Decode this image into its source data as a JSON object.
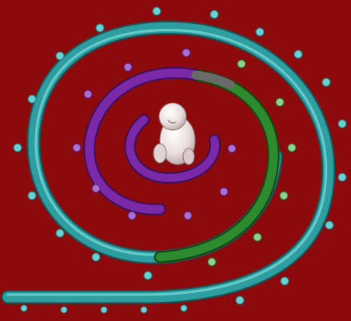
{
  "image": {
    "background_color": "#8c0a0c",
    "elements": [
      {
        "name": "outer-spiral",
        "color": "#2f9ea0"
      },
      {
        "name": "middle-spiral",
        "colors": [
          "#7a2aa8",
          "#2e8a2e",
          "#6a6a6a"
        ]
      },
      {
        "name": "inner-spiral",
        "color": "#7a2aa8"
      },
      {
        "name": "fetus-figure",
        "color": "#efe6e6"
      }
    ]
  }
}
